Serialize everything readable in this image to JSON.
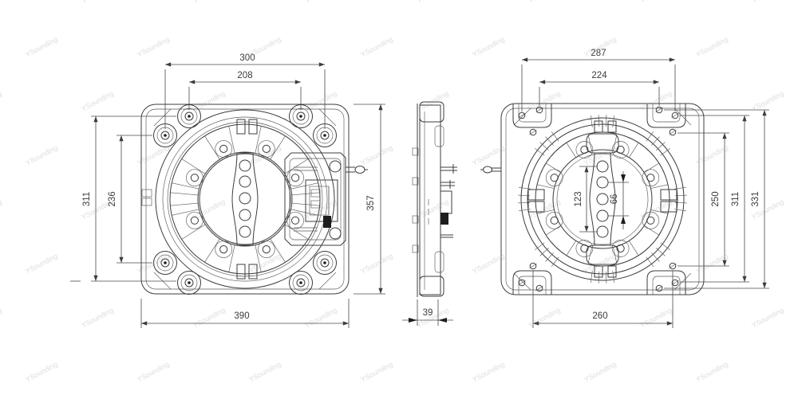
{
  "watermark": {
    "text": "YSounding"
  },
  "views": {
    "front": {
      "dimensions": {
        "top_outer": "300",
        "top_inner": "208",
        "left_outer": "311",
        "left_inner": "236",
        "right_height": "357",
        "bottom_width": "390"
      }
    },
    "side": {
      "dimensions": {
        "thickness": "39"
      }
    },
    "back": {
      "dimensions": {
        "top_outer": "287",
        "top_inner": "224",
        "bar_holes_outer": "123",
        "bar_holes_inner": "66",
        "right_inner": "250",
        "right_middle": "311",
        "right_outer": "331",
        "bottom_width": "260"
      }
    }
  }
}
